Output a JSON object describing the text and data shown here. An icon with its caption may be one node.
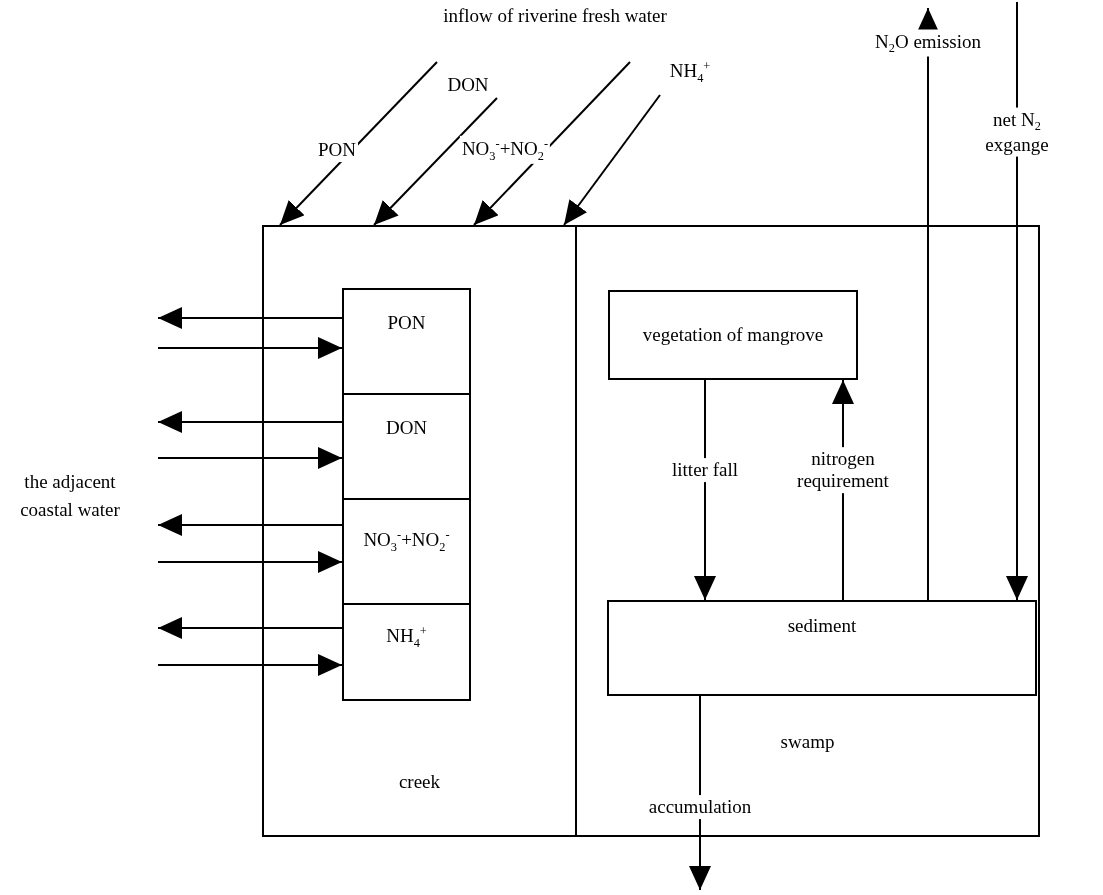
{
  "diagram": {
    "nodes": [
      {
        "text": [
          "inflow of riverine fresh water"
        ]
      },
      {
        "text": [
          "creek"
        ]
      },
      {
        "text": [
          "PON"
        ],
        "in": 1
      },
      {
        "text": [
          "DON"
        ],
        "in": 1
      },
      {
        "text": [
          "NO$_{3}$$^{-}$+NO$_{2}$$^{-}$"
        ],
        "in": 1
      },
      {
        "text": [
          "NH$_{4}$$^{+}$"
        ],
        "in": 1
      },
      {
        "text": [
          "swamp"
        ]
      },
      {
        "text": [
          "vegetation of mangrove"
        ],
        "in": 6
      },
      {
        "text": [
          "sediment"
        ],
        "in": 6
      }
    ],
    "edges": [
      {
        "from": 0,
        "to": 1,
        "arrow": "to",
        "label": "PON"
      },
      {
        "from": 0,
        "to": 1,
        "arrow": "to",
        "label": "DON"
      },
      {
        "from": 0,
        "to": 1,
        "arrow": "to",
        "label": "NO$_{3}$$^{-}$+NO$_{2}$$^{-}$"
      },
      {
        "from": 0,
        "to": 1,
        "arrow": "to",
        "label": "NH$_{4}$$^{+}$"
      },
      {
        "from": 2,
        "to": null,
        "arrow": "to"
      },
      {
        "from": null,
        "to": 2,
        "arrow": "to"
      },
      {
        "from": 3,
        "to": null,
        "arrow": "to"
      },
      {
        "from": null,
        "to": 3,
        "arrow": "to"
      },
      {
        "from": 4,
        "to": null,
        "arrow": "to"
      },
      {
        "from": null,
        "to": 4,
        "arrow": "to"
      },
      {
        "from": 5,
        "to": null,
        "arrow": "to"
      },
      {
        "from": null,
        "to": 5,
        "arrow": "to"
      },
      {
        "from": 7,
        "to": 8,
        "arrow": "to",
        "label": "litter fall"
      },
      {
        "from": 8,
        "to": 7,
        "arrow": "to",
        "label": "nitrogen requirement"
      },
      {
        "from": 8,
        "to": null,
        "arrow": "to",
        "label": "N$_{2}$O emission"
      },
      {
        "from": null,
        "to": 8,
        "arrow": "to",
        "label": "net N$_{2}$ exgange"
      },
      {
        "from": 8,
        "to": null,
        "arrow": "to",
        "label": "accumulation"
      }
    ],
    "labels": [
      "the adjacent coastal water"
    ]
  }
}
